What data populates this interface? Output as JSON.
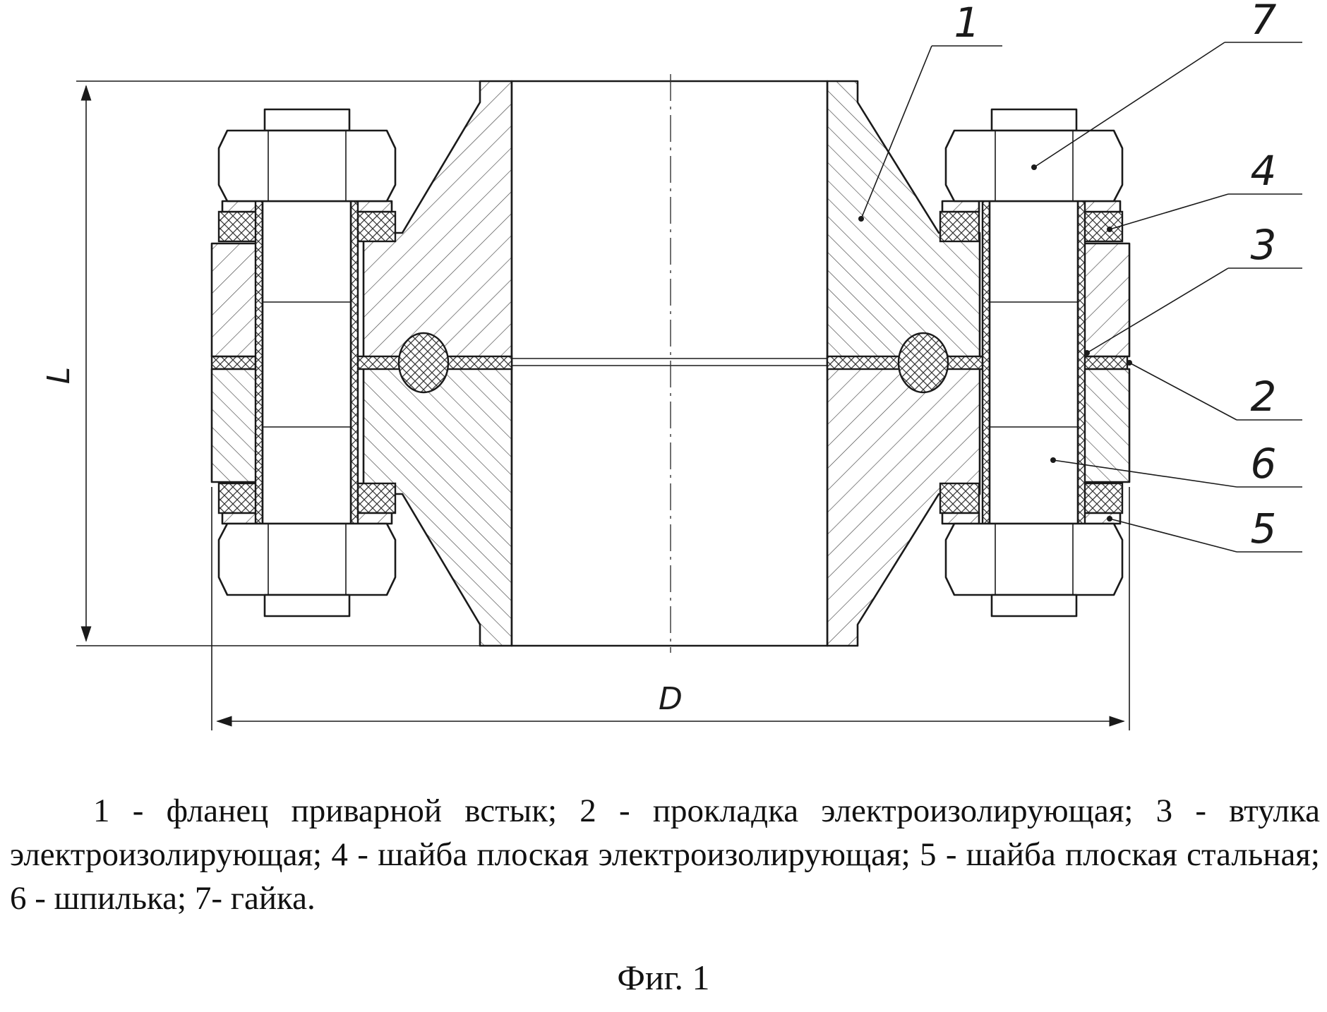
{
  "callouts": {
    "c1": "1",
    "c2": "2",
    "c3": "3",
    "c4": "4",
    "c5": "5",
    "c6": "6",
    "c7": "7"
  },
  "dimensions": {
    "length_label": "L",
    "diameter_label": "D"
  },
  "caption": "1 - фланец приварной встык; 2 - прокладка электроизолирующая; 3 - втулка электроизолирующая; 4 - шайба плоская электроизолирующая; 5 - шайба плоская стальная; 6 - шпилька; 7- гайка.",
  "figure_label": "Фиг. 1"
}
